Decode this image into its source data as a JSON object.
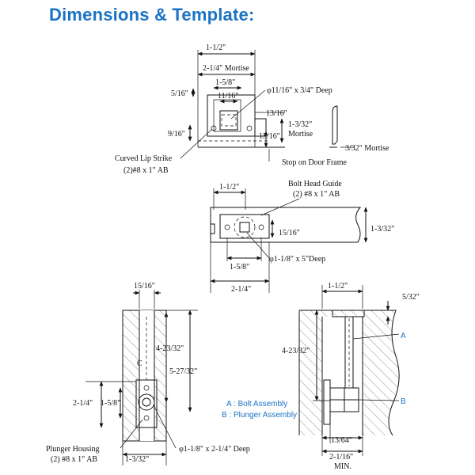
{
  "heading": "Dimensions & Template:",
  "strike": {
    "d_1_1_2": "1-1/2\"",
    "d_2_1_4_mortise": "2-1/4\" Mortise",
    "d_1_5_8": "1-5/8\"",
    "d_11_16": "11/16\"",
    "d_hole": "φ11/16\" x 3/4\" Deep",
    "d_5_16": "5/16\"",
    "d_13_16": "13/16\"",
    "d_1_3_32_mortise_a": "1-3/32\"",
    "d_1_3_32_mortise_b": "Mortise",
    "d_9_16": "9/16\"",
    "d_15_16": "15/16\"",
    "d_3_32_mortise": "3/32\" Mortise",
    "curved_lip_strike": "Curved Lip Strike",
    "screws": "(2)#8 x 1\" AB",
    "stop_on_door_frame": "Stop on Door Frame"
  },
  "bolt_guide": {
    "title": "Bolt Head Guide",
    "screws": "(2) #8 x 1\" AB",
    "d_1_1_2": "1-1/2\"",
    "d_15_16": "15/16\"",
    "d_1_3_32": "1-3/32\"",
    "d_1_5_8": "1-5/8\"",
    "d_hole": "φ1-1/8\" x 5\"Deep",
    "d_2_1_4": "2-1/4\""
  },
  "housing": {
    "d_15_16": "15/16\"",
    "d_4_23_32": "4-23/32\"",
    "d_5_27_32": "5-27/32\"",
    "d_2_1_4": "2-1/4\"",
    "d_1_5_8": "1-5/8\"",
    "center_mark": "C",
    "plunger_housing": "Plunger Housing",
    "screws": "(2) #8 x 1\" AB",
    "d_hole": "φ1-1/8\" x 2-1/4\" Deep",
    "d_1_3_32": "1-3/32\""
  },
  "section": {
    "d_1_1_2": "1-1/2\"",
    "d_5_32": "5/32\"",
    "d_4_23_32": "4-23/32\"",
    "label_a": "A",
    "label_b": "B",
    "d_13_64": "13/64\"",
    "d_2_1_16": "2-1/16\"",
    "min": "MIN."
  },
  "legend": {
    "a": "A : Bolt Assembly",
    "b": "B : Plunger Assembly"
  },
  "colors": {
    "accent": "#1a73c4",
    "ink": "#111111"
  }
}
